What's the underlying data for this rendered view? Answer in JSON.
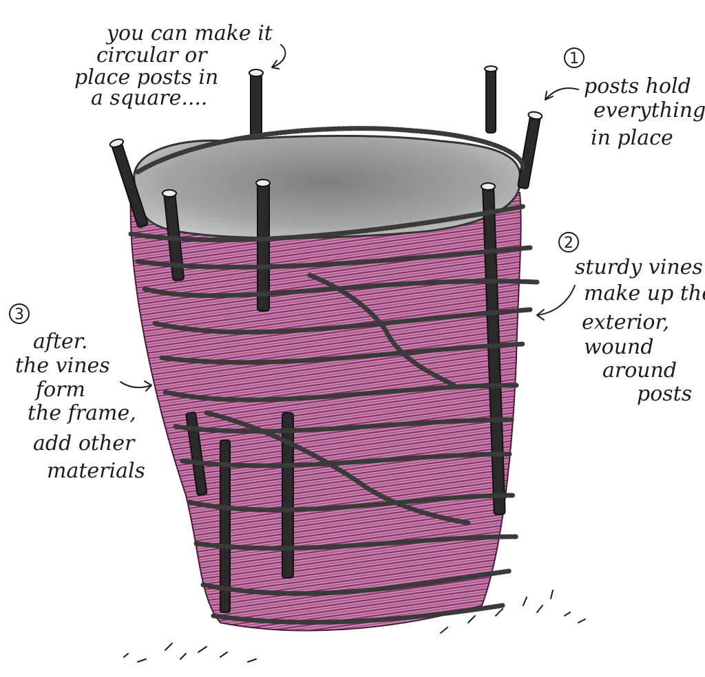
{
  "diagram": {
    "annotations": {
      "top_note": {
        "lines": [
          "you can make it",
          "circular or",
          "place posts in",
          "a square...."
        ]
      },
      "note_1": {
        "number": "1",
        "lines": [
          "posts hold",
          "everything",
          "in place"
        ]
      },
      "note_2": {
        "number": "2",
        "lines": [
          "sturdy vines",
          "make up the",
          "exterior,",
          "wound",
          "around",
          "posts"
        ]
      },
      "note_3": {
        "number": "3",
        "lines": [
          "after.",
          "the vines",
          "form",
          "the frame,",
          "add other",
          "materials"
        ]
      }
    },
    "colors": {
      "fill_material": "#a0447f",
      "fill_light": "#c98ab3",
      "soil_top": "#8d8d8d",
      "posts": "#2a2a2a",
      "vines": "#3a3a3a",
      "ink": "#1c1c1c"
    }
  }
}
